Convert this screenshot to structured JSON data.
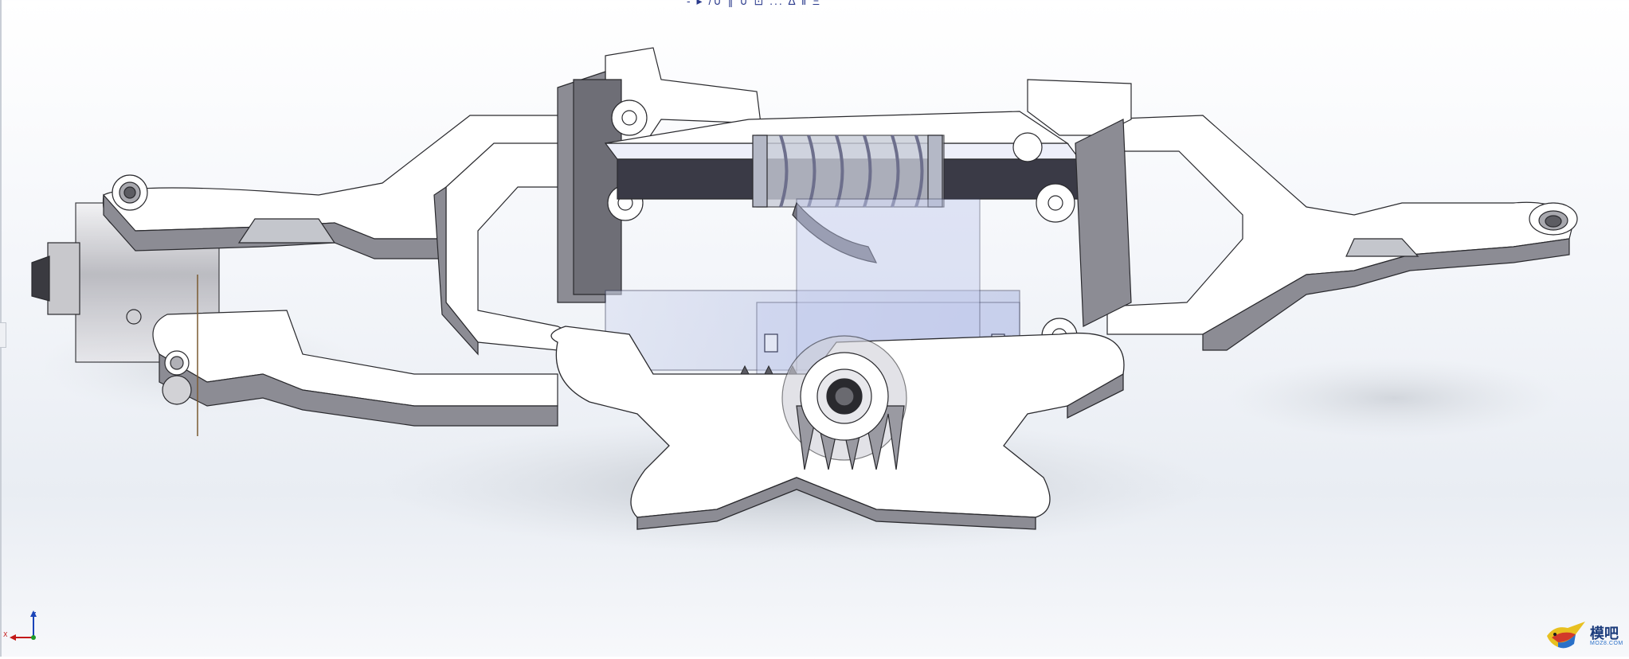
{
  "window": {
    "title_fragment": "- ▸ /∪ ∥ ∪ ⊡ ... ∆ ⫴ Ξ"
  },
  "model": {
    "description_icon": "cad-assembly-steering-mechanism"
  },
  "triad": {
    "z_label": "Z",
    "x_label": "X"
  },
  "watermark": {
    "name": "模吧",
    "url": "MOZ8.COM"
  },
  "colors": {
    "part_face": "#ffffff",
    "part_side": "#8c8c94",
    "part_dark": "#54545c",
    "transparent_body": "#b7c2e8",
    "spring": "#6d6f8c",
    "edge": "#2a2a2e"
  }
}
